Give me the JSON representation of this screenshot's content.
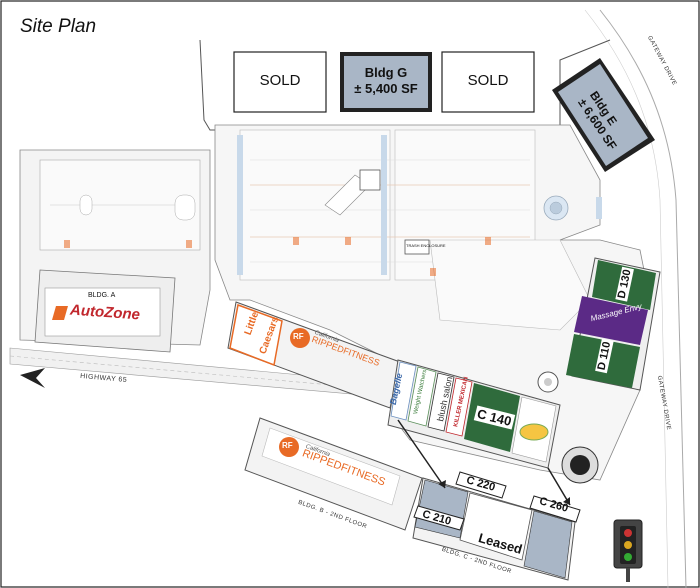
{
  "map": {
    "title": "Site Plan",
    "colors": {
      "parcel_gray": "#a9b6c6",
      "tenant_green": "#2f6b3c",
      "tenant_purple": "#5b2a86",
      "accent_orange": "#e86a25",
      "road_gray": "#d9d9d9"
    },
    "pads": {
      "sold_left": "SOLD",
      "bldg_g_line1": "Bldg G",
      "bldg_g_line2": "± 5,400 SF",
      "sold_right": "SOLD",
      "bldg_e_line1": "Bldg E",
      "bldg_e_line2": "± 6,600 SF"
    },
    "buildings": {
      "bldg_a": "BLDG. A",
      "autozone": "AutoZone",
      "little_caesars_1": "Little",
      "little_caesars_2": "Caesars",
      "ripped_top": "RIPPEDFITNESS",
      "ripped_bottom": "RIPPEDFITNESS",
      "rf_top": "RF",
      "rf_bottom": "RF",
      "california_top": "California",
      "california_bottom": "California",
      "bldg_b": "BLDG. B - 2ND FLOOR",
      "bldg_c": "BLDG. C - 2ND FLOOR",
      "massage_envy": "Massage Envy",
      "bagelle": "Bagelle",
      "weight_watchers": "Weight Watchers",
      "blush_salon": "blush salon",
      "killer_mexican": "KILLER MEXICAN"
    },
    "units": {
      "d130": "D 130",
      "d110": "D 110",
      "c140": "C 140",
      "c220": "C 220",
      "c210": "C 210",
      "c260": "C 260",
      "leased": "Leased"
    },
    "roads": {
      "highway": "HIGHWAY 65",
      "gateway_top": "GATEWAY DRIVE",
      "gateway_bottom": "GATEWAY DRIVE"
    },
    "misc": {
      "trash": "TRASH ENCLOSURE"
    }
  }
}
